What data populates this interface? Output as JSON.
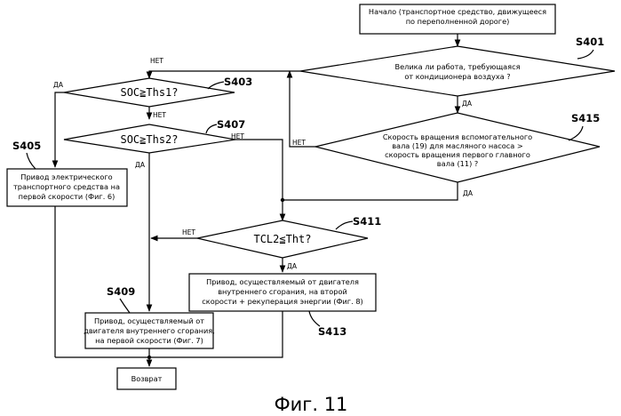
{
  "nodes": {
    "start": [
      "Начало (транспортное средство, движущееся",
      "по переполненной дороге)"
    ],
    "s401": [
      "Велика ли работа, требующаяся",
      "от кондиционера воздуха ?"
    ],
    "s415": [
      "Скорость вращения вспомогательного",
      "вала (19) для масляного насоса >",
      "скорость вращения первого главного",
      "вала (11) ?"
    ],
    "s403": [
      "SOC≧Ths1?"
    ],
    "s407": [
      "SOC≧Ths2?"
    ],
    "s405": [
      "Привод электрического",
      "транспортного средства на",
      "первой скорости (Фиг. 6)"
    ],
    "s411": [
      "TCL2≦Tht?"
    ],
    "s413": [
      "Привод, осуществляемый от двигателя",
      "внутреннего сгорания, на второй",
      "скорости + рекуперация энергии (Фиг. 8)"
    ],
    "s409": [
      "Привод, осуществляемый от",
      "двигателя внутреннего сгорания,",
      "на первой скорости (Фиг. 7)"
    ],
    "end": [
      "Возврат"
    ]
  },
  "step_labels": {
    "s401": "S401",
    "s403": "S403",
    "s405": "S405",
    "s407": "S407",
    "s409": "S409",
    "s411": "S411",
    "s413": "S413",
    "s415": "S415"
  },
  "edge_labels": {
    "no": "НЕТ",
    "yes": "ДА"
  },
  "caption": "Фиг. 11"
}
